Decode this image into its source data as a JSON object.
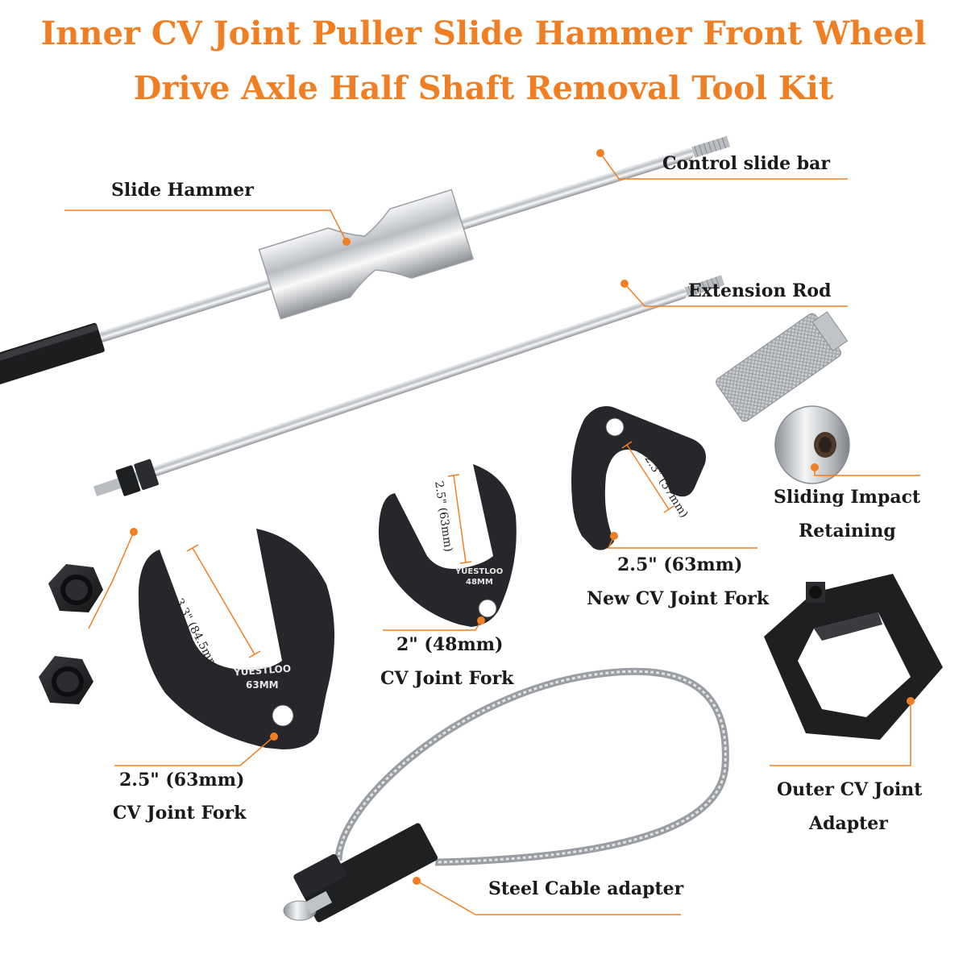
{
  "title": {
    "line1": "Inner CV Joint Puller Slide Hammer Front Wheel",
    "line2": "Drive Axle Half Shaft Removal Tool Kit"
  },
  "labels": {
    "control_slide_bar": "Control slide bar",
    "slide_hammer": "Slide Hammer",
    "extension_rod": "Extension Rod",
    "sliding_impact_1": "Sliding Impact",
    "sliding_impact_2": "Retaining",
    "new_fork_size": "2.5\" (63mm)",
    "new_fork_name": "New CV Joint Fork",
    "small_fork_size": "2\" (48mm)",
    "small_fork_name": "CV Joint Fork",
    "large_fork_size": "2.5\" (63mm)",
    "large_fork_name": "CV Joint Fork",
    "outer_adapter_1": "Outer CV Joint",
    "outer_adapter_2": "Adapter",
    "steel_cable": "Steel Cable adapter"
  },
  "dimensions": {
    "large_fork": "3.3\" (84.5mm)",
    "small_fork": "2.5\" (63mm)",
    "new_fork": "2.3\" (57mm)"
  },
  "engravings": {
    "brand": "YUESTLOO",
    "large_fork_size": "63MM",
    "small_fork_size": "48MM"
  },
  "colors": {
    "accent": "#f07f23",
    "tool_black": "#1e1f21",
    "steel": "#c9ccd0"
  }
}
